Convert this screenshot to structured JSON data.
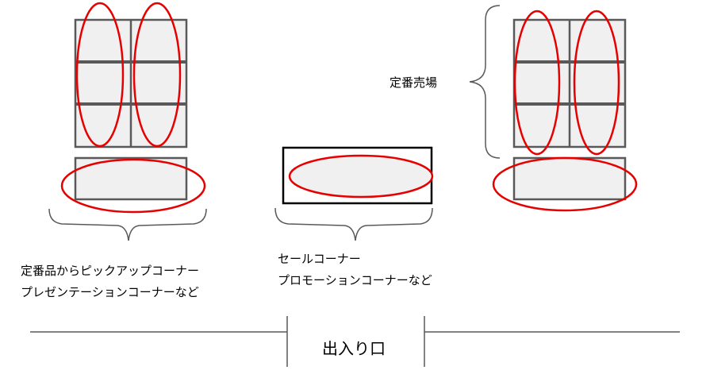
{
  "colors": {
    "shelf_fill": "#f0f0f0",
    "shelf_stroke": "#595959",
    "sale_stroke": "#000000",
    "highlight": "#e60000",
    "line": "#595959"
  },
  "labels": {
    "standard_area": "定番売場",
    "left_caption_line1": "定番品からピックアップコーナー",
    "left_caption_line2": "プレゼンテーションコーナーなど",
    "center_caption_line1": "セールコーナー",
    "center_caption_line2": "プロモーションコーナーなど",
    "entrance": "出入り口"
  }
}
